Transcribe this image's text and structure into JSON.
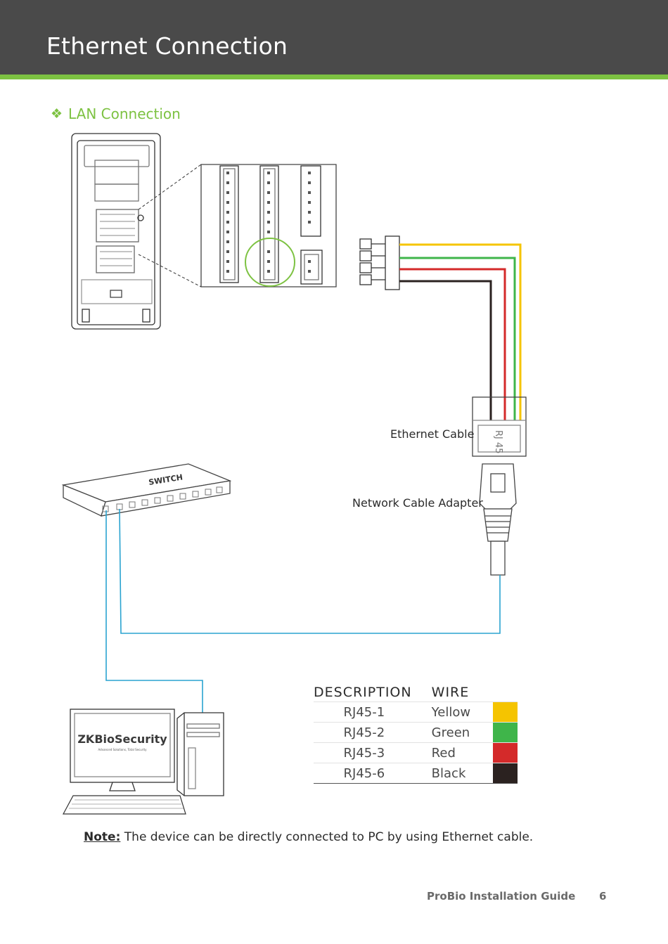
{
  "header": {
    "title": "Ethernet Connection"
  },
  "section": {
    "bullet": "❖",
    "title": "LAN Connection"
  },
  "diagram": {
    "ethernet_cable_label": "Ethernet Cable",
    "network_adapter_label": "Network Cable Adapter",
    "switch_label": "SWITCH",
    "rj45_label": "RJ 45",
    "pc_brand": "ZKBioSecurity",
    "pc_tagline": "Advanced Solutions, Total Security"
  },
  "wire_table": {
    "headers": {
      "description": "DESCRIPTION",
      "wire": "WIRE"
    },
    "rows": [
      {
        "description": "RJ45-1",
        "wire": "Yellow",
        "color": "#f5c400"
      },
      {
        "description": "RJ45-2",
        "wire": "Green",
        "color": "#3fb54a"
      },
      {
        "description": "RJ45-3",
        "wire": "Red",
        "color": "#d42a2a"
      },
      {
        "description": "RJ45-6",
        "wire": "Black",
        "color": "#2b2220"
      }
    ]
  },
  "note": {
    "label": "Note:",
    "text": " The device can be directly connected to PC by using Ethernet cable."
  },
  "footer": {
    "title": "ProBio Installation Guide",
    "page": "6"
  },
  "colors": {
    "header_bg": "#4a4a4a",
    "accent_green": "#7dc242",
    "network_line": "#2aa3d0"
  }
}
